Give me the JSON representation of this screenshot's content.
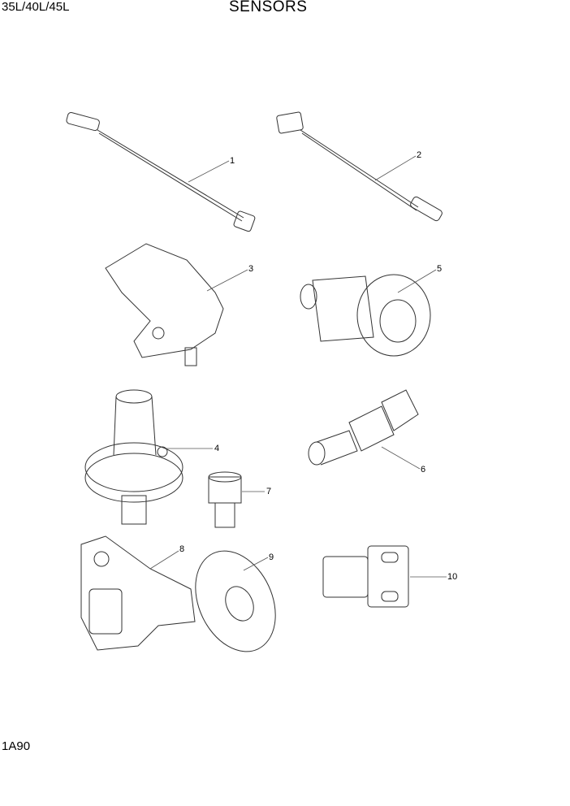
{
  "header": {
    "model": "35L/40L/45L",
    "title": "SENSORS"
  },
  "footer": {
    "page_code": "1A90"
  },
  "callouts": [
    "1",
    "2",
    "3",
    "4",
    "5",
    "6",
    "7",
    "8",
    "9",
    "10"
  ]
}
